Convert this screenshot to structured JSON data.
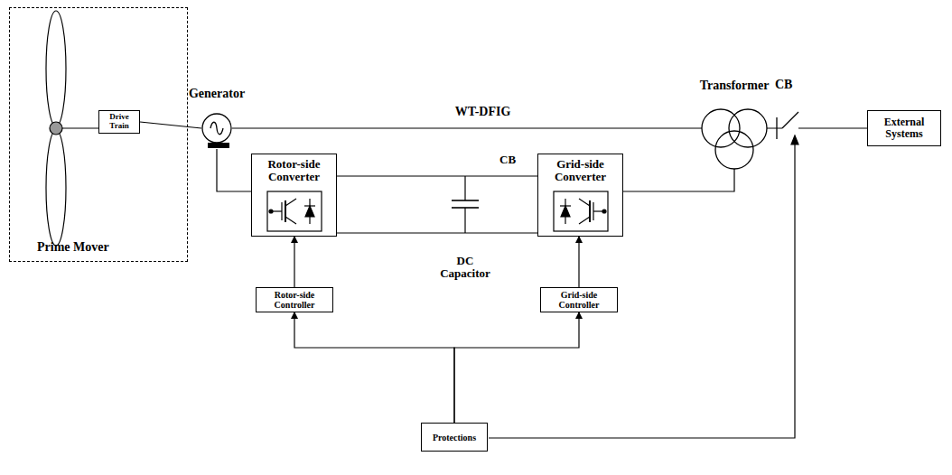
{
  "diagram": {
    "nodes": [
      {
        "text": [
          "Prime Mover"
        ]
      },
      {
        "text": [
          "Drive Train"
        ],
        "in": 0
      },
      {
        "text": [
          "Generator"
        ]
      },
      {
        "text": [
          "Rotor-side Converter"
        ]
      },
      {
        "text": [
          "Grid-side Converter"
        ]
      },
      {
        "text": [
          "Transformer"
        ]
      },
      {
        "text": [
          "External Systems"
        ]
      },
      {
        "text": [
          "Rotor-side Controller"
        ]
      },
      {
        "text": [
          "Grid-side Controller"
        ]
      },
      {
        "text": [
          "Protections"
        ]
      }
    ],
    "edges": [
      {
        "from": 1,
        "to": 2,
        "arrow": "none"
      },
      {
        "from": 2,
        "to": 5,
        "label": "WT-DFIG",
        "arrow": "none"
      },
      {
        "from": 2,
        "to": 3,
        "arrow": "none"
      },
      {
        "from": 3,
        "to": 4,
        "arrow": "none"
      },
      {
        "from": 7,
        "to": 3,
        "arrow": "to"
      },
      {
        "from": 8,
        "to": 4,
        "arrow": "to"
      },
      {
        "from": 9,
        "to": 7,
        "arrow": "to"
      },
      {
        "from": 9,
        "to": 8,
        "arrow": "to"
      },
      {
        "from": 4,
        "to": 5,
        "arrow": "none"
      },
      {
        "from": 5,
        "to": 6,
        "arrow": "none"
      }
    ],
    "labels": [
      "CB",
      "DC Capacitor",
      "CB"
    ]
  }
}
